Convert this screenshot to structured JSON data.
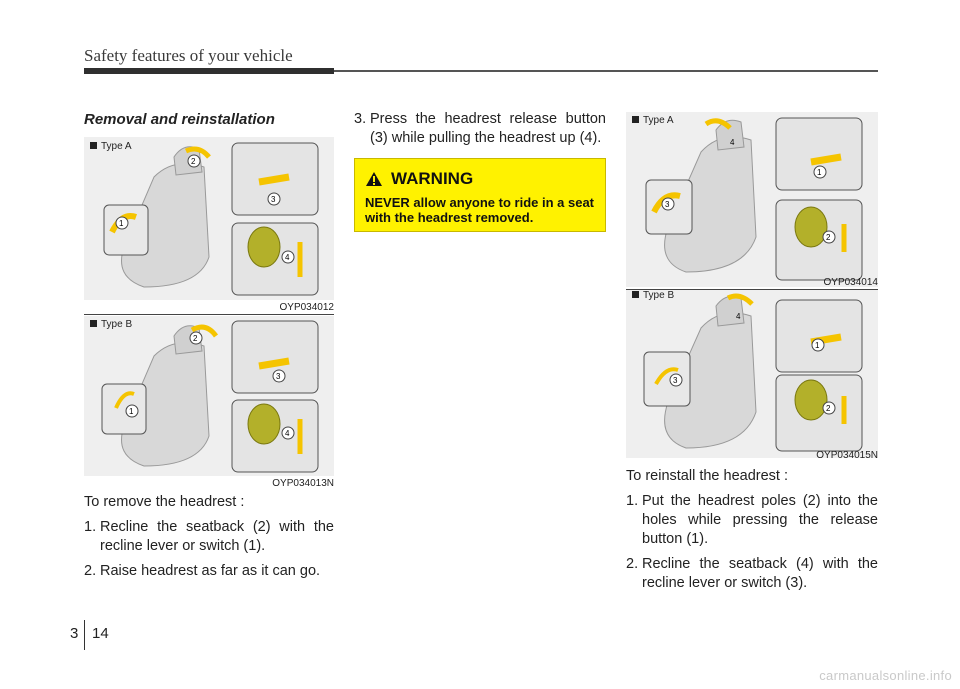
{
  "header": {
    "title": "Safety features of your vehicle"
  },
  "section": {
    "title": "Removal and reinstallation"
  },
  "figures": {
    "left_a": {
      "type_label": "Type A",
      "code": "OYP034012"
    },
    "left_b": {
      "type_label": "Type B",
      "code": "OYP034013N"
    },
    "right_a": {
      "type_label": "Type A",
      "code": "OYP034014"
    },
    "right_b": {
      "type_label": "Type B",
      "code": "OYP034015N"
    }
  },
  "callouts": {
    "n1": "1",
    "n2": "2",
    "n3": "3",
    "n4": "4"
  },
  "removal": {
    "intro": "To remove the headrest :",
    "step1_num": "1.",
    "step1": "Recline the seatback (2) with the recline lever or switch (1).",
    "step2_num": "2.",
    "step2": "Raise headrest as far as it can go.",
    "step3_num": "3.",
    "step3": "Press the headrest release button (3) while pulling the headrest up (4)."
  },
  "warning": {
    "title": "WARNING",
    "body": "NEVER allow anyone to ride in a seat with the headrest removed."
  },
  "reinstall": {
    "intro": "To reinstall the headrest :",
    "step1_num": "1.",
    "step1": "Put the headrest poles (2) into the holes while pressing the release button (1).",
    "step2_num": "2.",
    "step2": "Recline the seatback (4) with the recline lever or switch (3)."
  },
  "footer": {
    "chapter": "3",
    "page": "14",
    "watermark": "carmanualsonline.info"
  },
  "colors": {
    "figure_bg": "#efefef",
    "warning_bg": "#fff200",
    "arrow": "#f5c400",
    "headrest": "#b3b02a"
  }
}
